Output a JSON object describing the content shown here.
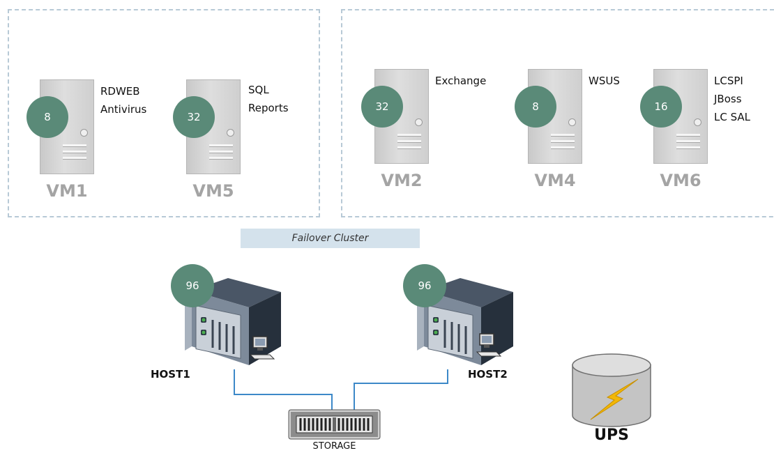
{
  "vm_groups": [
    {
      "vms": [
        {
          "name": "VM1",
          "memory": "8",
          "roles": [
            "RDWEB",
            "Antivirus"
          ]
        },
        {
          "name": "VM5",
          "memory": "32",
          "roles": [
            "SQL",
            "Reports"
          ]
        }
      ]
    },
    {
      "vms": [
        {
          "name": "VM2",
          "memory": "32",
          "roles": [
            "Exchange"
          ]
        },
        {
          "name": "VM4",
          "memory": "8",
          "roles": [
            "WSUS"
          ]
        },
        {
          "name": "VM6",
          "memory": "16",
          "roles": [
            "LCSPI",
            "JBoss",
            "LC SAL"
          ]
        }
      ]
    }
  ],
  "cluster_label": "Failover Cluster",
  "hosts": [
    {
      "name": "HOST1",
      "memory": "96"
    },
    {
      "name": "HOST2",
      "memory": "96"
    }
  ],
  "storage": {
    "label": "STORAGE"
  },
  "ups": {
    "label": "UPS"
  },
  "colors": {
    "badge": "#5a8a78",
    "dashed_border": "#b7c9d6",
    "cluster_bar": "#d4e2ec",
    "link": "#3c88c8",
    "ups_bolt": "#f2b705"
  },
  "icons": [
    "server-tower-icon",
    "rack-server-icon",
    "workstation-icon",
    "storage-array-icon",
    "ups-cylinder-icon",
    "lightning-bolt-icon"
  ]
}
